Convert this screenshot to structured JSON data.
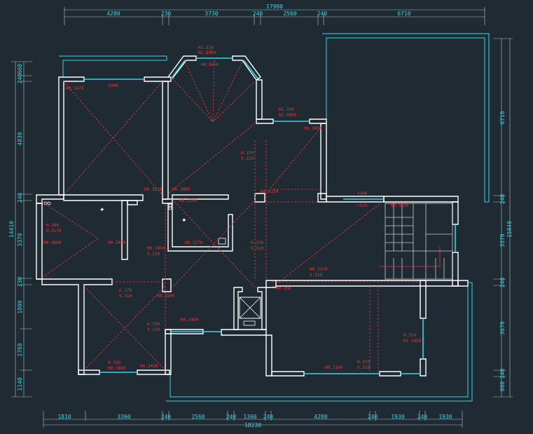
{
  "dimensions": {
    "top_total": "17980",
    "top_segments": [
      "4280",
      "230",
      "3730",
      "240",
      "2560",
      "240",
      "6710"
    ],
    "bottom_total": "18230",
    "bottom_segments": [
      "1810",
      "3360",
      "240",
      "2560",
      "240",
      "1360",
      "240",
      "4280",
      "240",
      "1930",
      "240",
      "1930"
    ],
    "left_total": "14410",
    "left_segments": [
      "240",
      "660",
      "4830",
      "240",
      "3370",
      "230",
      "1890",
      "1760",
      "1140"
    ],
    "right_total": "15840",
    "right_segments": [
      "6710",
      "240",
      "3370",
      "240",
      "3670",
      "240",
      "880"
    ]
  },
  "annotations": [
    "H1.510",
    "H2.8900",
    "H0.8450",
    "H0.3470",
    "1900",
    "H1.350",
    "H2.9900",
    "H0.3850",
    "H.150",
    "V.310",
    "H0.3670",
    "H0.3800",
    "H0.3150",
    "H0.3200",
    "+300",
    "+310",
    "H0.3150",
    "H.380",
    "H.3170",
    "H0.4600",
    "H0.3400",
    "H0.3270",
    "H0.3450",
    "V.310",
    "H.350",
    "V.310",
    "H0.3170",
    "V.310",
    "H.170",
    "V.310",
    "H0.3900",
    "H0.350",
    "H0.3400",
    "H.350",
    "V.310",
    "H.350",
    "H0.3800",
    "H0.3450",
    "H.350",
    "H2.1450",
    "H0.3160",
    "H.350",
    "V.310"
  ],
  "icons": {
    "bath_fixture": "square-with-x",
    "stair": "stair-lines"
  }
}
